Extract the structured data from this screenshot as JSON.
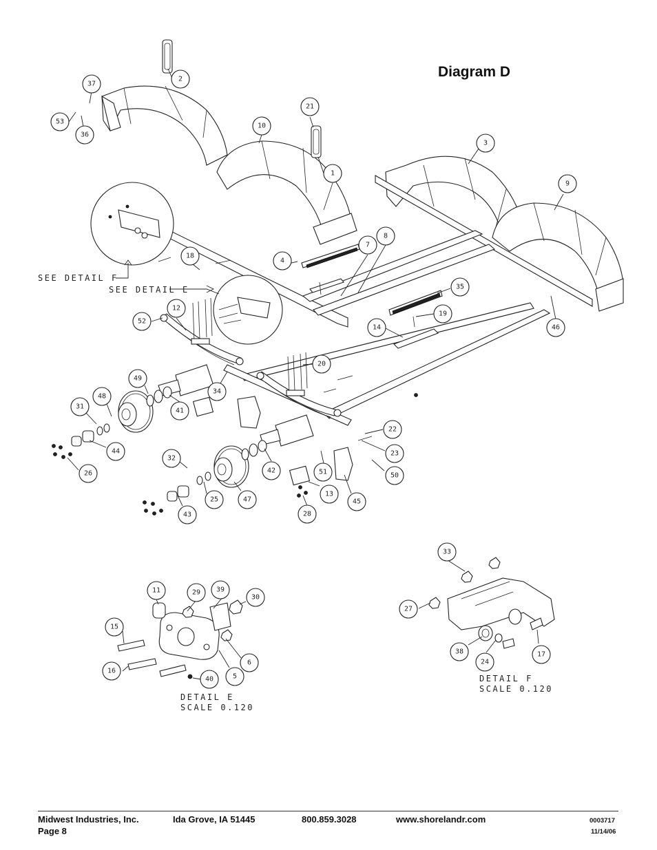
{
  "title": "Diagram D",
  "callouts": [
    {
      "label": "37"
    },
    {
      "label": "2"
    },
    {
      "label": "53"
    },
    {
      "label": "36"
    },
    {
      "label": "21"
    },
    {
      "label": "10"
    },
    {
      "label": "1"
    },
    {
      "label": "3"
    },
    {
      "label": "9"
    },
    {
      "label": "18"
    },
    {
      "label": "4"
    },
    {
      "label": "7"
    },
    {
      "label": "8"
    },
    {
      "label": "35"
    },
    {
      "label": "19"
    },
    {
      "label": "14"
    },
    {
      "label": "46"
    },
    {
      "label": "12"
    },
    {
      "label": "52"
    },
    {
      "label": "20"
    },
    {
      "label": "49"
    },
    {
      "label": "34"
    },
    {
      "label": "48"
    },
    {
      "label": "31"
    },
    {
      "label": "41"
    },
    {
      "label": "44"
    },
    {
      "label": "26"
    },
    {
      "label": "32"
    },
    {
      "label": "22"
    },
    {
      "label": "23"
    },
    {
      "label": "42"
    },
    {
      "label": "51"
    },
    {
      "label": "50"
    },
    {
      "label": "25"
    },
    {
      "label": "47"
    },
    {
      "label": "13"
    },
    {
      "label": "45"
    },
    {
      "label": "43"
    },
    {
      "label": "28"
    },
    {
      "label": "33"
    },
    {
      "label": "27"
    },
    {
      "label": "38"
    },
    {
      "label": "24"
    },
    {
      "label": "17"
    },
    {
      "label": "11"
    },
    {
      "label": "29"
    },
    {
      "label": "39"
    },
    {
      "label": "30"
    },
    {
      "label": "15"
    },
    {
      "label": "6"
    },
    {
      "label": "16"
    },
    {
      "label": "5"
    },
    {
      "label": "40"
    }
  ],
  "labels": {
    "see_detail_f": "SEE DETAIL  F",
    "see_detail_e": "SEE DETAIL  E",
    "detail_e_title": "DETAIL  E",
    "detail_e_scale": "SCALE  0.120",
    "detail_f_title": "DETAIL  F",
    "detail_f_scale": "SCALE  0.120"
  },
  "footer": {
    "company": "Midwest Industries, Inc.",
    "page": "Page 8",
    "location": "Ida Grove, IA  51445",
    "phone": "800.859.3028",
    "website": "www.shorelandr.com",
    "doc_number": "0003717",
    "date": "11/14/06"
  }
}
